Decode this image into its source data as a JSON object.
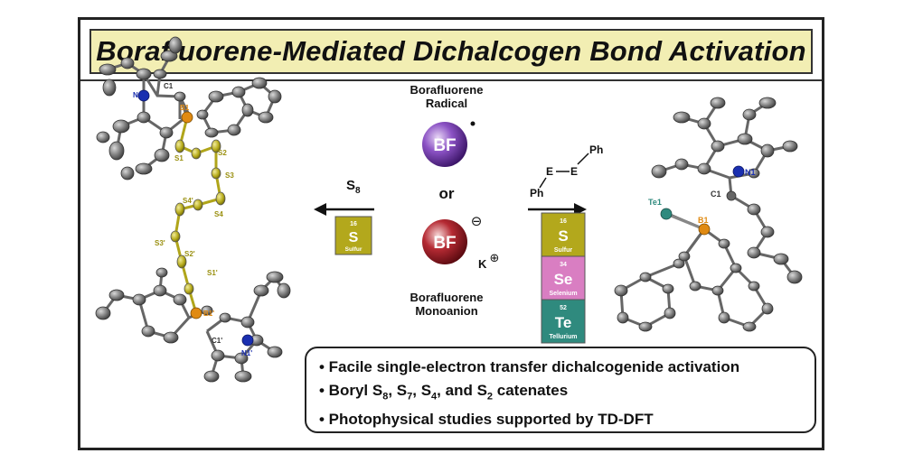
{
  "title": "Borafluorene-Mediated Dichalcogen Bond Activation",
  "center": {
    "radical_label_1": "Borafluorene",
    "radical_label_2": "Radical",
    "radical_badge": "BF",
    "or_text": "or",
    "anion_badge": "BF",
    "anion_charge": "⊖",
    "counter_ion": "K",
    "counter_charge": "⊕",
    "anion_label_1": "Borafluorene",
    "anion_label_2": "Monoanion",
    "colors": {
      "radical": "#6a2fa0",
      "anion": "#9c1c24"
    }
  },
  "left_reaction": {
    "reagent": "S",
    "reagent_sub": "8",
    "tile": {
      "number": "16",
      "symbol": "S",
      "name": "Sulfur",
      "color": "#b3a81c"
    }
  },
  "right_reaction": {
    "reagent_e": "E",
    "reagent_ph": "Ph",
    "tiles": [
      {
        "number": "16",
        "symbol": "S",
        "name": "Sulfur",
        "color": "#b3a81c"
      },
      {
        "number": "34",
        "symbol": "Se",
        "name": "Selenium",
        "color": "#d97ec2"
      },
      {
        "number": "52",
        "symbol": "Te",
        "name": "Tellurium",
        "color": "#2f8a7e"
      }
    ]
  },
  "left_structure_labels": {
    "c1": "C1",
    "n1": "N1",
    "b1": "B1",
    "s1": "S1",
    "s2": "S2",
    "s3": "S3",
    "s4p": "S4'",
    "s4": "S4",
    "s3p": "S3'",
    "s2p": "S2'",
    "s1p": "S1'",
    "b1p": "B1'",
    "c1p": "C1'",
    "n1p": "N1'"
  },
  "right_structure_labels": {
    "te1": "Te1",
    "b1": "B1",
    "c1": "C1",
    "n1": "N1"
  },
  "bullets": {
    "b1": "• Facile single-electron transfer dichalcogenide activation",
    "b2_pre": "• Boryl S",
    "b2_s8": "8",
    "b2_c1": ", S",
    "b2_s7": "7",
    "b2_c2": ", S",
    "b2_s4": "4",
    "b2_c3": ", and S",
    "b2_s2": "2",
    "b2_post": " catenates",
    "b3": "• Photophysical studies supported by TD-DFT"
  }
}
